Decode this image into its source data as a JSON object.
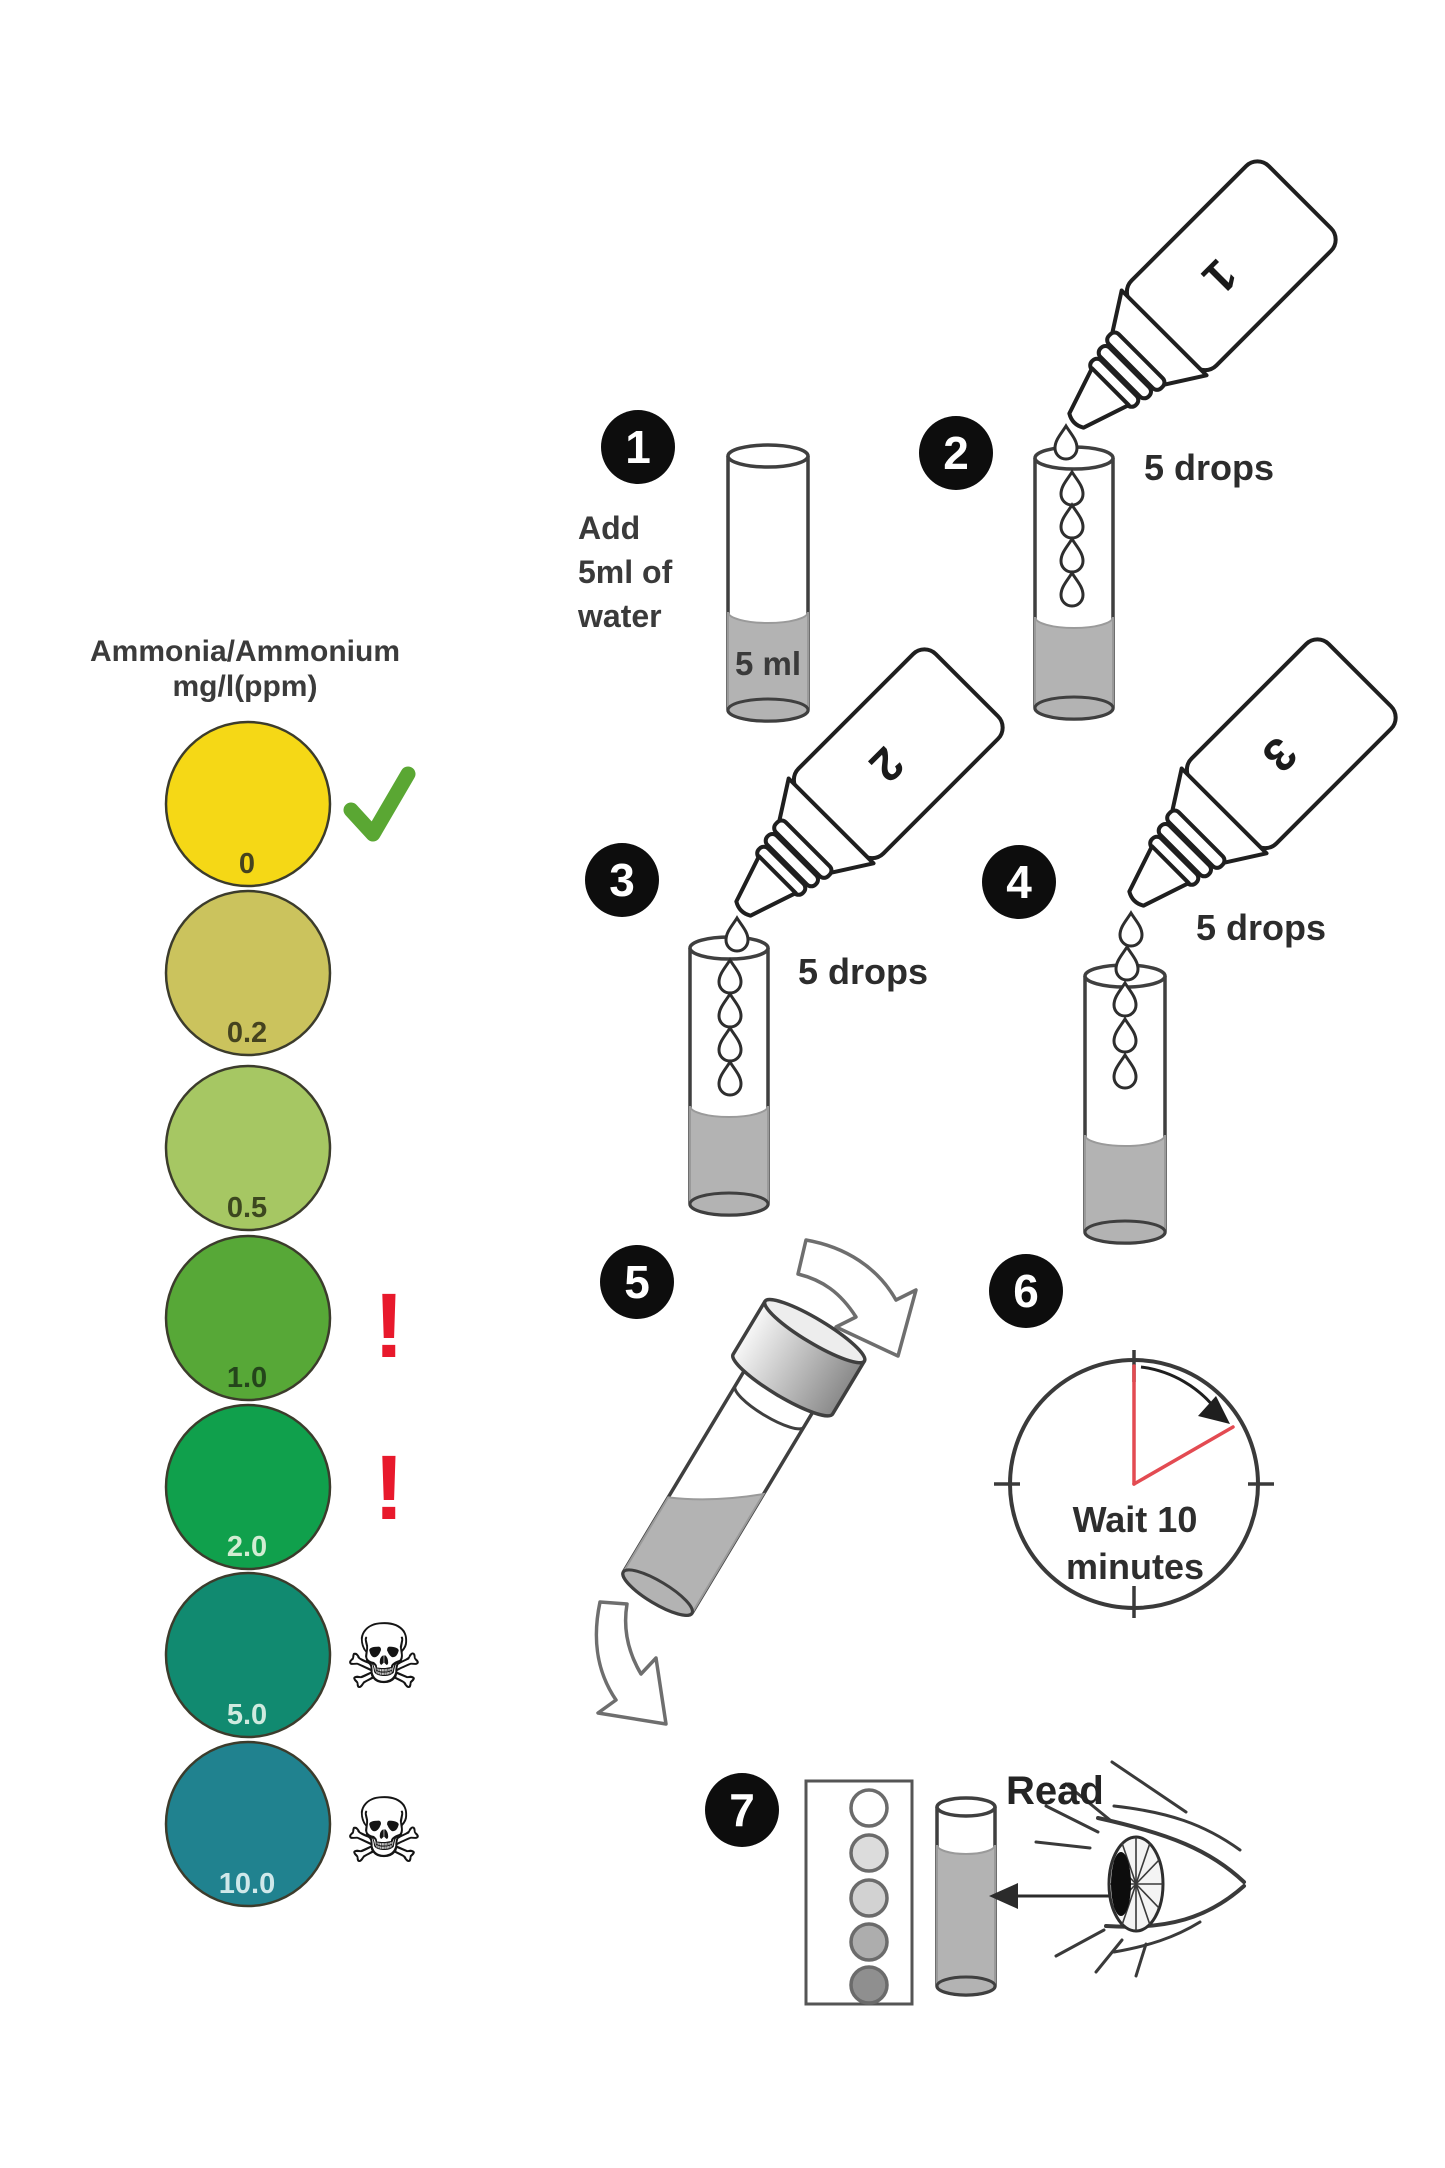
{
  "legend": {
    "title_line1": "Ammonia/Ammonium",
    "title_line2": "mg/l(ppm)",
    "entries": [
      {
        "value": "0",
        "color": "#f5d816",
        "label_color": "#45431f",
        "symbol": "check"
      },
      {
        "value": "0.2",
        "color": "#cbc35d",
        "label_color": "#45431f",
        "symbol": ""
      },
      {
        "value": "0.5",
        "color": "#a6c763",
        "label_color": "#3c471f",
        "symbol": ""
      },
      {
        "value": "1.0",
        "color": "#57a837",
        "label_color": "#24451b",
        "symbol": "exclamation"
      },
      {
        "value": "2.0",
        "color": "#10a04c",
        "label_color": "#d2ecd2",
        "symbol": "exclamation"
      },
      {
        "value": "5.0",
        "color": "#118a70",
        "label_color": "#cfeadf",
        "symbol": "skull"
      },
      {
        "value": "10.0",
        "color": "#20828f",
        "label_color": "#cfe8ea",
        "symbol": "skull"
      }
    ],
    "symbols": {
      "exclamation": "!",
      "skull": "☠"
    },
    "symbol_colors": {
      "check": "#5aa733",
      "exclamation": "#e8192c",
      "skull": "#141414"
    }
  },
  "steps": {
    "s1": {
      "number": "1",
      "line1": "Add",
      "line2": "5ml of",
      "line3": "water",
      "tube_label": "5 ml"
    },
    "s2": {
      "number": "2",
      "bottle_label": "1",
      "drops_label": "5 drops"
    },
    "s3": {
      "number": "3",
      "bottle_label": "2",
      "drops_label": "5 drops"
    },
    "s4": {
      "number": "4",
      "bottle_label": "3",
      "drops_label": "5 drops"
    },
    "s5": {
      "number": "5"
    },
    "s6": {
      "number": "6",
      "wait_line1": "Wait 10",
      "wait_line2": "minutes"
    },
    "s7": {
      "number": "7",
      "read_label": "Read",
      "swatches": [
        "#ffffff",
        "#dcdcdc",
        "#d2d2d2",
        "#adadad",
        "#8f8f8f"
      ]
    }
  },
  "colors": {
    "liquid": "#b3b3b3"
  }
}
